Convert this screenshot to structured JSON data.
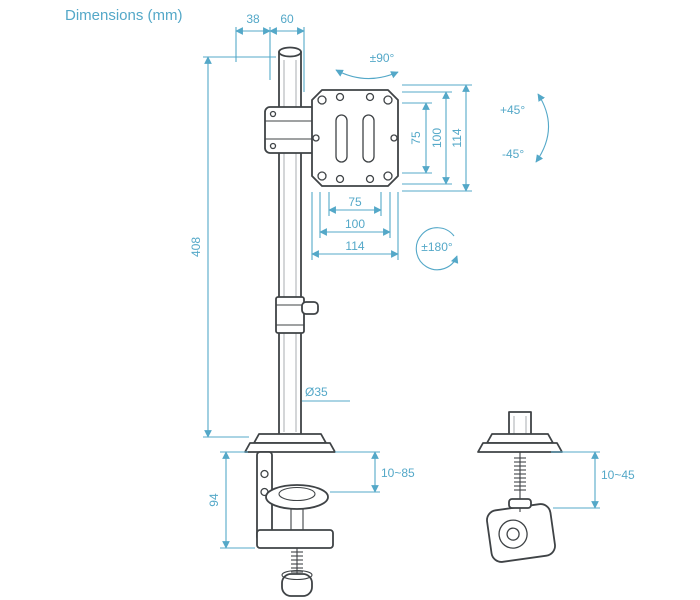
{
  "title": "Dimensions (mm)",
  "colors": {
    "dimension": "#54a8c8",
    "drawing": "#3f4346"
  },
  "dimensions": {
    "top_offset_a": "38",
    "top_offset_b": "60",
    "swivel_top": "±90°",
    "tilt_up": "+45°",
    "tilt_down": "-45°",
    "rotate_plate": "±180°",
    "vesa_vertical": [
      "75",
      "100",
      "114"
    ],
    "vesa_horizontal": [
      "75",
      "100",
      "114"
    ],
    "pole_height": "408",
    "pole_diameter": "Ø35",
    "clamp_range_side": "10~85",
    "clamp_bracket_height": "94",
    "clamp_range_grommet": "10~45"
  }
}
